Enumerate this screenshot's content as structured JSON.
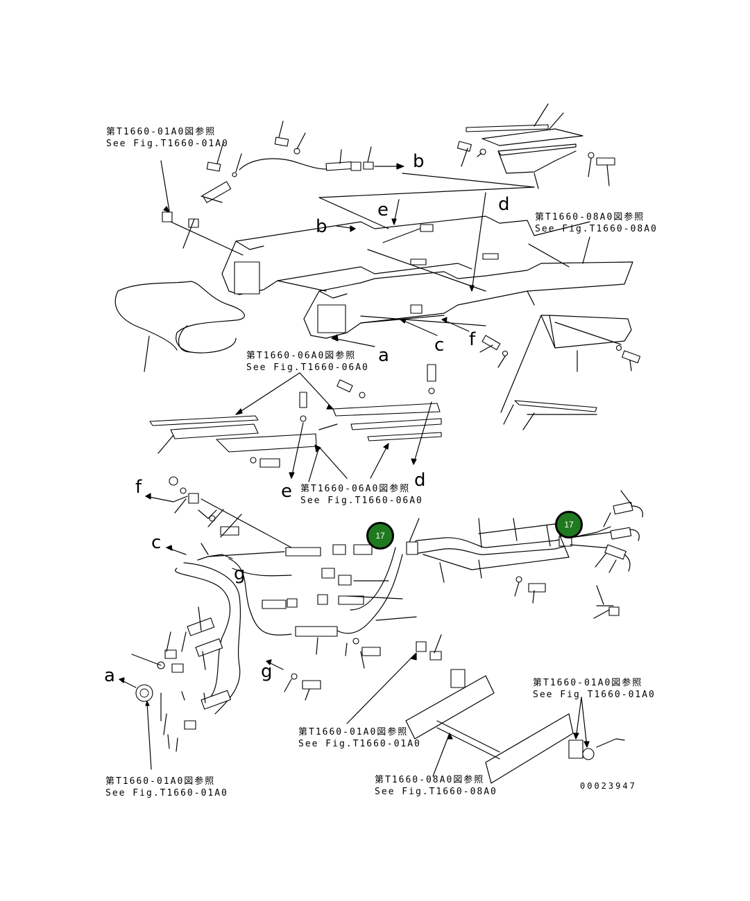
{
  "references": [
    {
      "jp": "第T1660-01A0図参照",
      "en": "See Fig.T1660-01A0"
    },
    {
      "jp": "第T1660-08A0図参照",
      "en": "See Fig.T1660-08A0"
    },
    {
      "jp": "第T1660-06A0図参照",
      "en": "See Fig.T1660-06A0"
    },
    {
      "jp": "第T1660-06A0図参照",
      "en": "See Fig.T1660-06A0"
    },
    {
      "jp": "第T1660-01A0図参照",
      "en": "See Fig T1660-01A0"
    },
    {
      "jp": "第T1660-01A0図参照",
      "en": "See Fig.T1660-01A0"
    },
    {
      "jp": "第T1660-08A0図参照",
      "en": "See Fig.T1660-08A0"
    },
    {
      "jp": "第T1660-01A0図参照",
      "en": "See Fig.T1660-01A0"
    }
  ],
  "letters": [
    "b",
    "b",
    "e",
    "d",
    "a",
    "c",
    "f",
    "d",
    "e",
    "f",
    "c",
    "g",
    "a",
    "g"
  ],
  "callouts": [
    "17",
    "17"
  ],
  "drawing_number": "00023947",
  "colors": {
    "callout_fill": "#1f7a1f",
    "line": "#000000",
    "background": "#ffffff"
  }
}
